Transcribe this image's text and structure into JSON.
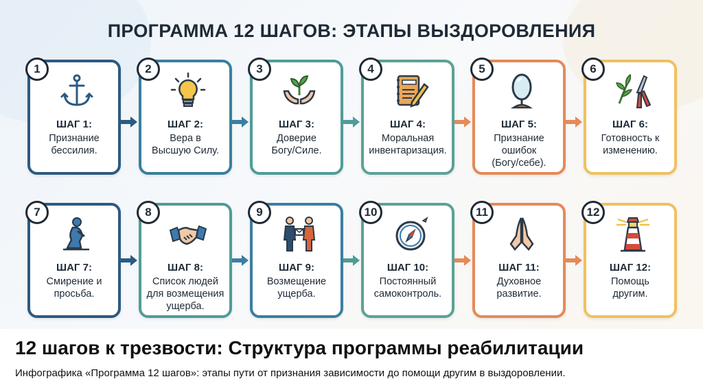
{
  "title": "ПРОГРАММА 12 ШАГОВ: ЭТАПЫ ВЫЗДОРОВЛЕНИЯ",
  "steps": [
    {
      "num": "1",
      "label": "ШАГ 1:",
      "text": "Признание\nбессилия.",
      "icon": "anchor-icon",
      "color": "#2b5a82"
    },
    {
      "num": "2",
      "label": "ШАГ 2:",
      "text": "Вера в\nВысшую Силу.",
      "icon": "lightbulb-icon",
      "color": "#3a7fa0"
    },
    {
      "num": "3",
      "label": "ШАГ 3:",
      "text": "Доверие\nБогу/Силе.",
      "icon": "hands-plant-icon",
      "color": "#4f9c98"
    },
    {
      "num": "4",
      "label": "ШАГ 4:",
      "text": "Моральная\nинвентаризация.",
      "icon": "notebook-pen-icon",
      "color": "#5ca296"
    },
    {
      "num": "5",
      "label": "ШАГ 5:",
      "text": "Признание\nошибок\n(Богу/себе).",
      "icon": "mirror-icon",
      "color": "#e58a58"
    },
    {
      "num": "6",
      "label": "ШАГ 6:",
      "text": "Готовность к\nизменению.",
      "icon": "pruning-shears-icon",
      "color": "#efc160"
    },
    {
      "num": "7",
      "label": "ШАГ 7:",
      "text": "Смирение и\nпросьба.",
      "icon": "kneeling-person-icon",
      "color": "#2b5a82"
    },
    {
      "num": "8",
      "label": "ШАГ 8:",
      "text": "Список людей\nдля возмещения\nущерба.",
      "icon": "handshake-icon",
      "color": "#4f9c98"
    },
    {
      "num": "9",
      "label": "ШАГ 9:",
      "text": "Возмещение\nущерба.",
      "icon": "people-exchange-icon",
      "color": "#3a7fa0"
    },
    {
      "num": "10",
      "label": "ШАГ 10:",
      "text": "Постоянный\nсамоконтроль.",
      "icon": "compass-icon",
      "color": "#5ca296"
    },
    {
      "num": "11",
      "label": "ШАГ 11:",
      "text": "Духовное\nразвитие.",
      "icon": "praying-hands-icon",
      "color": "#e58a58"
    },
    {
      "num": "12",
      "label": "ШАГ 12:",
      "text": "Помощь\nдругим.",
      "icon": "lighthouse-icon",
      "color": "#efc160"
    }
  ],
  "arrow_colors": [
    "#2b5a82",
    "#3a7fa0",
    "#4f9c98",
    "#e58a58",
    "#e58a58"
  ],
  "footer": {
    "title": "12 шагов к трезвости: Структура программы реабилитации",
    "subtitle": "Инфографика «Программа 12 шагов»: этапы пути от признания зависимости до помощи другим в выздоровлении."
  }
}
